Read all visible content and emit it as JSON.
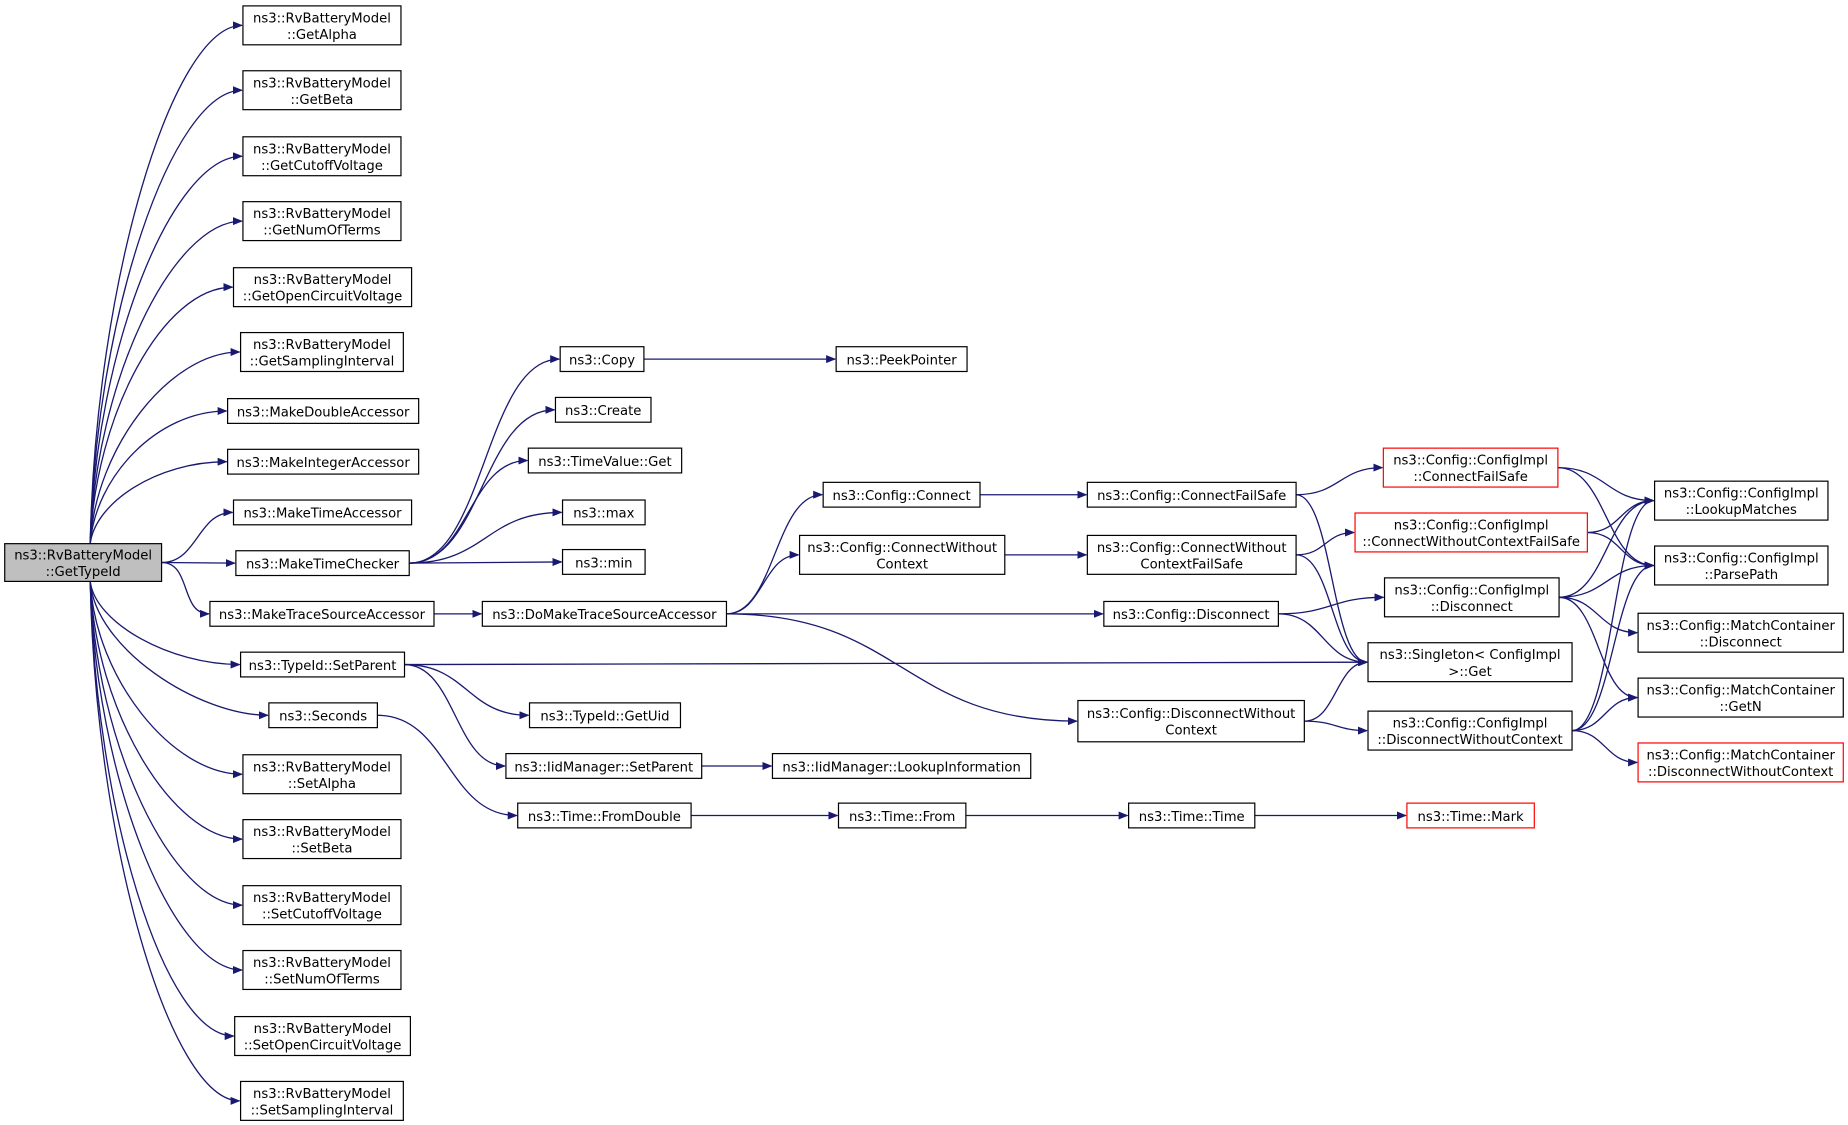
{
  "colors": {
    "edge": "#191970",
    "node_border": "#000000",
    "highlight_border": "#ff0000",
    "root_fill": "#bfbfbf",
    "node_fill": "#ffffff"
  },
  "nodes": [
    {
      "id": "root",
      "lines": [
        "ns3::RvBatteryModel",
        "::GetTypeId"
      ],
      "style": "root"
    },
    {
      "id": "getalpha",
      "lines": [
        "ns3::RvBatteryModel",
        "::GetAlpha"
      ]
    },
    {
      "id": "getbeta",
      "lines": [
        "ns3::RvBatteryModel",
        "::GetBeta"
      ]
    },
    {
      "id": "getcutoff",
      "lines": [
        "ns3::RvBatteryModel",
        "::GetCutoffVoltage"
      ]
    },
    {
      "id": "getnumterms",
      "lines": [
        "ns3::RvBatteryModel",
        "::GetNumOfTerms"
      ]
    },
    {
      "id": "getopencv",
      "lines": [
        "ns3::RvBatteryModel",
        "::GetOpenCircuitVoltage"
      ]
    },
    {
      "id": "getsampling",
      "lines": [
        "ns3::RvBatteryModel",
        "::GetSamplingInterval"
      ]
    },
    {
      "id": "makedouble",
      "lines": [
        "ns3::MakeDoubleAccessor"
      ]
    },
    {
      "id": "makeinteger",
      "lines": [
        "ns3::MakeIntegerAccessor"
      ]
    },
    {
      "id": "maketimeacc",
      "lines": [
        "ns3::MakeTimeAccessor"
      ]
    },
    {
      "id": "maketimechecker",
      "lines": [
        "ns3::MakeTimeChecker"
      ]
    },
    {
      "id": "maketraceacc",
      "lines": [
        "ns3::MakeTraceSourceAccessor"
      ]
    },
    {
      "id": "typeidsetparent",
      "lines": [
        "ns3::TypeId::SetParent"
      ]
    },
    {
      "id": "seconds",
      "lines": [
        "ns3::Seconds"
      ]
    },
    {
      "id": "setalpha",
      "lines": [
        "ns3::RvBatteryModel",
        "::SetAlpha"
      ]
    },
    {
      "id": "setbeta",
      "lines": [
        "ns3::RvBatteryModel",
        "::SetBeta"
      ]
    },
    {
      "id": "setcutoff",
      "lines": [
        "ns3::RvBatteryModel",
        "::SetCutoffVoltage"
      ]
    },
    {
      "id": "setnumterms",
      "lines": [
        "ns3::RvBatteryModel",
        "::SetNumOfTerms"
      ]
    },
    {
      "id": "setopencv",
      "lines": [
        "ns3::RvBatteryModel",
        "::SetOpenCircuitVoltage"
      ]
    },
    {
      "id": "setsampling",
      "lines": [
        "ns3::RvBatteryModel",
        "::SetSamplingInterval"
      ]
    },
    {
      "id": "copy",
      "lines": [
        "ns3::Copy"
      ]
    },
    {
      "id": "peekpointer",
      "lines": [
        "ns3::PeekPointer"
      ]
    },
    {
      "id": "create",
      "lines": [
        "ns3::Create"
      ]
    },
    {
      "id": "timevalueget",
      "lines": [
        "ns3::TimeValue::Get"
      ]
    },
    {
      "id": "max",
      "lines": [
        "ns3::max"
      ]
    },
    {
      "id": "min",
      "lines": [
        "ns3::min"
      ]
    },
    {
      "id": "domaketrace",
      "lines": [
        "ns3::DoMakeTraceSourceAccessor"
      ]
    },
    {
      "id": "getuid",
      "lines": [
        "ns3::TypeId::GetUid"
      ]
    },
    {
      "id": "iidsetparent",
      "lines": [
        "ns3::IidManager::SetParent"
      ]
    },
    {
      "id": "lookupinfo",
      "lines": [
        "ns3::IidManager::LookupInformation"
      ]
    },
    {
      "id": "fromdouble",
      "lines": [
        "ns3::Time::FromDouble"
      ]
    },
    {
      "id": "timefrom",
      "lines": [
        "ns3::Time::From"
      ]
    },
    {
      "id": "timetime",
      "lines": [
        "ns3::Time::Time"
      ]
    },
    {
      "id": "timemark",
      "lines": [
        "ns3::Time::Mark"
      ],
      "style": "highlight"
    },
    {
      "id": "configconnect",
      "lines": [
        "ns3::Config::Connect"
      ]
    },
    {
      "id": "connectfailsafe",
      "lines": [
        "ns3::Config::ConnectFailSafe"
      ]
    },
    {
      "id": "implconnectfailsafe",
      "lines": [
        "ns3::Config::ConfigImpl",
        "::ConnectFailSafe"
      ],
      "style": "highlight"
    },
    {
      "id": "connectwithoutctx",
      "lines": [
        "ns3::Config::ConnectWithout",
        "Context"
      ]
    },
    {
      "id": "connectwithoutctxfs",
      "lines": [
        "ns3::Config::ConnectWithout",
        "ContextFailSafe"
      ]
    },
    {
      "id": "implconnectwithoutctxfs",
      "lines": [
        "ns3::Config::ConfigImpl",
        "::ConnectWithoutContextFailSafe"
      ],
      "style": "highlight"
    },
    {
      "id": "configdisconnect",
      "lines": [
        "ns3::Config::Disconnect"
      ]
    },
    {
      "id": "impldisconnect",
      "lines": [
        "ns3::Config::ConfigImpl",
        "::Disconnect"
      ]
    },
    {
      "id": "singletonget",
      "lines": [
        "ns3::Singleton< ConfigImpl",
        " >::Get"
      ]
    },
    {
      "id": "disconnectwithoutctx",
      "lines": [
        "ns3::Config::DisconnectWithout",
        "Context"
      ]
    },
    {
      "id": "impldisconnectwithoutctx",
      "lines": [
        "ns3::Config::ConfigImpl",
        "::DisconnectWithoutContext"
      ]
    },
    {
      "id": "lookupmatches",
      "lines": [
        "ns3::Config::ConfigImpl",
        "::LookupMatches"
      ]
    },
    {
      "id": "parsepath",
      "lines": [
        "ns3::Config::ConfigImpl",
        "::ParsePath"
      ]
    },
    {
      "id": "mcdisconnect",
      "lines": [
        "ns3::Config::MatchContainer",
        "::Disconnect"
      ]
    },
    {
      "id": "mcgetn",
      "lines": [
        "ns3::Config::MatchContainer",
        "::GetN"
      ]
    },
    {
      "id": "mcdisconnectwithoutctx",
      "lines": [
        "ns3::Config::MatchContainer",
        "::DisconnectWithoutContext"
      ],
      "style": "highlight"
    }
  ],
  "edges": [
    [
      "root",
      "getalpha"
    ],
    [
      "root",
      "getbeta"
    ],
    [
      "root",
      "getcutoff"
    ],
    [
      "root",
      "getnumterms"
    ],
    [
      "root",
      "getopencv"
    ],
    [
      "root",
      "getsampling"
    ],
    [
      "root",
      "makedouble"
    ],
    [
      "root",
      "makeinteger"
    ],
    [
      "root",
      "maketimeacc"
    ],
    [
      "root",
      "maketimechecker"
    ],
    [
      "root",
      "maketraceacc"
    ],
    [
      "root",
      "typeidsetparent"
    ],
    [
      "root",
      "seconds"
    ],
    [
      "root",
      "setalpha"
    ],
    [
      "root",
      "setbeta"
    ],
    [
      "root",
      "setcutoff"
    ],
    [
      "root",
      "setnumterms"
    ],
    [
      "root",
      "setopencv"
    ],
    [
      "root",
      "setsampling"
    ],
    [
      "maketimechecker",
      "copy"
    ],
    [
      "maketimechecker",
      "create"
    ],
    [
      "maketimechecker",
      "timevalueget"
    ],
    [
      "maketimechecker",
      "max"
    ],
    [
      "maketimechecker",
      "min"
    ],
    [
      "copy",
      "peekpointer"
    ],
    [
      "maketraceacc",
      "domaketrace"
    ],
    [
      "domaketrace",
      "configconnect"
    ],
    [
      "domaketrace",
      "connectwithoutctx"
    ],
    [
      "domaketrace",
      "configdisconnect"
    ],
    [
      "domaketrace",
      "disconnectwithoutctx"
    ],
    [
      "typeidsetparent",
      "singletonget"
    ],
    [
      "typeidsetparent",
      "getuid"
    ],
    [
      "typeidsetparent",
      "iidsetparent"
    ],
    [
      "iidsetparent",
      "lookupinfo"
    ],
    [
      "seconds",
      "fromdouble"
    ],
    [
      "fromdouble",
      "timefrom"
    ],
    [
      "timefrom",
      "timetime"
    ],
    [
      "timetime",
      "timemark"
    ],
    [
      "configconnect",
      "connectfailsafe"
    ],
    [
      "connectfailsafe",
      "implconnectfailsafe"
    ],
    [
      "connectfailsafe",
      "singletonget"
    ],
    [
      "implconnectfailsafe",
      "lookupmatches"
    ],
    [
      "implconnectfailsafe",
      "parsepath"
    ],
    [
      "connectwithoutctx",
      "connectwithoutctxfs"
    ],
    [
      "connectwithoutctxfs",
      "implconnectwithoutctxfs"
    ],
    [
      "connectwithoutctxfs",
      "singletonget"
    ],
    [
      "implconnectwithoutctxfs",
      "lookupmatches"
    ],
    [
      "implconnectwithoutctxfs",
      "parsepath"
    ],
    [
      "configdisconnect",
      "impldisconnect"
    ],
    [
      "configdisconnect",
      "singletonget"
    ],
    [
      "impldisconnect",
      "lookupmatches"
    ],
    [
      "impldisconnect",
      "parsepath"
    ],
    [
      "impldisconnect",
      "mcdisconnect"
    ],
    [
      "impldisconnect",
      "mcgetn"
    ],
    [
      "disconnectwithoutctx",
      "singletonget"
    ],
    [
      "disconnectwithoutctx",
      "impldisconnectwithoutctx"
    ],
    [
      "impldisconnectwithoutctx",
      "lookupmatches"
    ],
    [
      "impldisconnectwithoutctx",
      "parsepath"
    ],
    [
      "impldisconnectwithoutctx",
      "mcgetn"
    ],
    [
      "impldisconnectwithoutctx",
      "mcdisconnectwithoutctx"
    ]
  ]
}
